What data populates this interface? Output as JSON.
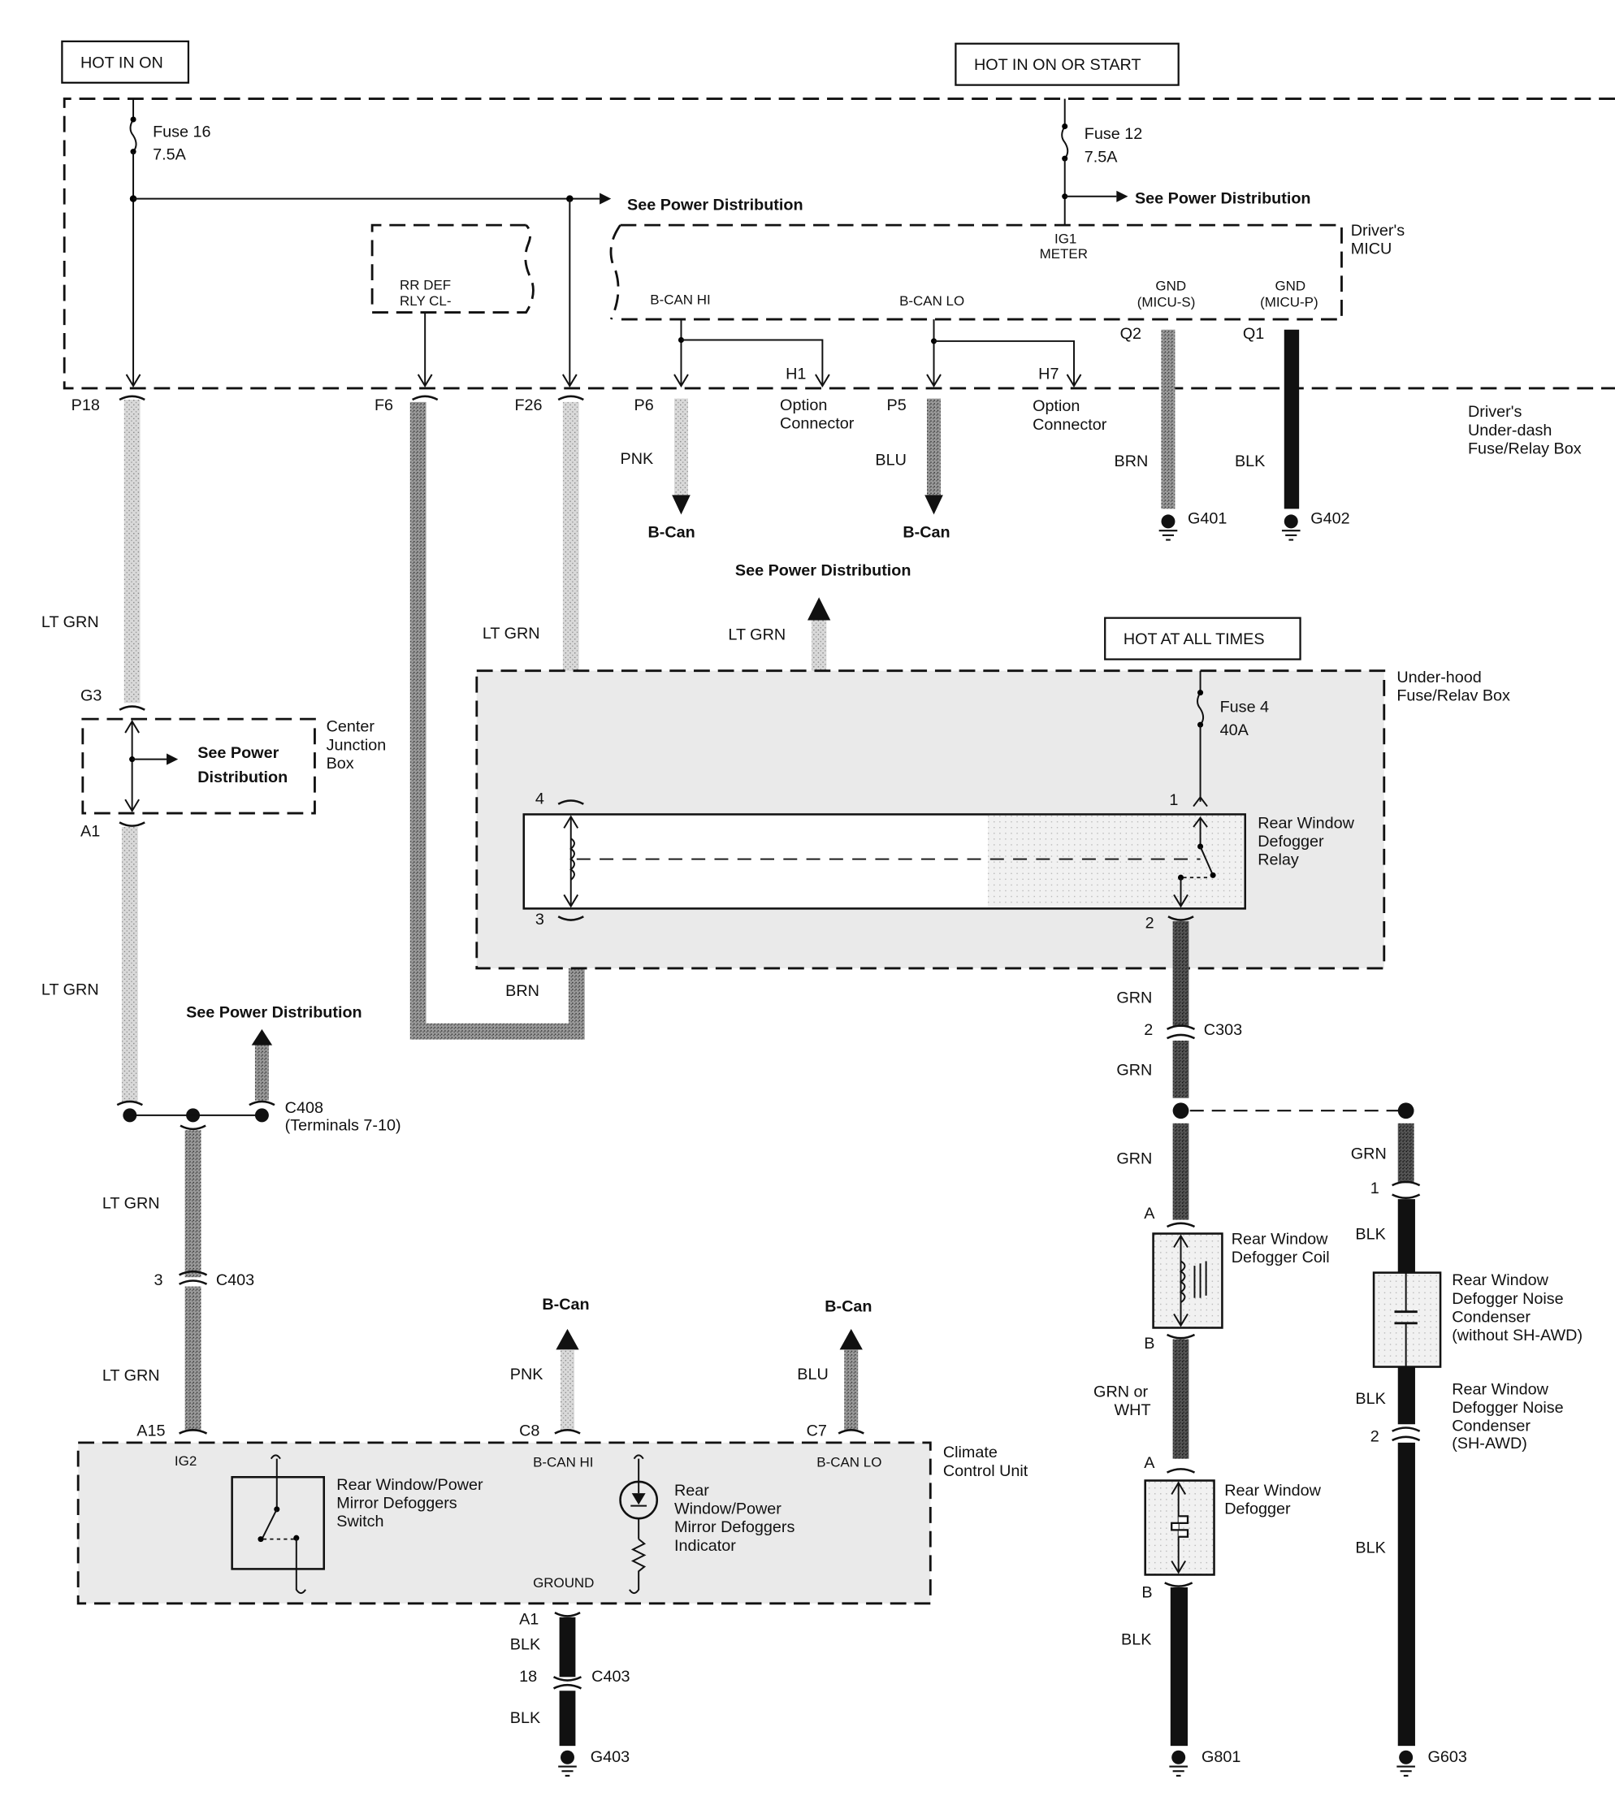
{
  "power_sources": {
    "hot_in_on": "HOT IN ON",
    "hot_in_on_or_start": "HOT IN ON OR START",
    "hot_at_all_times": "HOT AT ALL TIMES"
  },
  "fuses": {
    "fuse16": {
      "name": "Fuse 16",
      "rating": "7.5A"
    },
    "fuse12": {
      "name": "Fuse 12",
      "rating": "7.5A"
    },
    "fuse4": {
      "name": "Fuse 4",
      "rating": "40A"
    }
  },
  "see_power_distribution": "See Power Distribution",
  "see_power": "See Power",
  "distribution": "Distribution",
  "components": {
    "drivers_micu": [
      "Driver's",
      "MICU"
    ],
    "drivers_underdash": [
      "Driver's",
      "Under-dash",
      "Fuse/Relay Box"
    ],
    "center_junction_box": [
      "Center",
      "Junction",
      "Box"
    ],
    "underhood_box": [
      "Under-hood",
      "Fuse/Relav Box"
    ],
    "relay": [
      "Rear Window",
      "Defogger",
      "Relay"
    ],
    "coil": [
      "Rear Window",
      "Defogger Coil"
    ],
    "defogger": [
      "Rear Window",
      "Defogger"
    ],
    "condenser_no_awd": [
      "Rear Window",
      "Defogger Noise",
      "Condenser",
      "(without SH-AWD)"
    ],
    "condenser_awd": [
      "Rear Window",
      "Defogger Noise",
      "Condenser",
      "(SH-AWD)"
    ],
    "climate_control_unit": [
      "Climate",
      "Control Unit"
    ],
    "switch": [
      "Rear Window/Power",
      "Mirror Defoggers",
      "Switch"
    ],
    "indicator": [
      "Rear",
      "Window/Power",
      "Mirror Defoggers",
      "Indicator"
    ],
    "option_connector": [
      "Option",
      "Connector"
    ]
  },
  "pins": {
    "rr_def": [
      "RR DEF",
      "RLY CL-"
    ],
    "b_can_hi": "B-CAN HI",
    "b_can_lo": "B-CAN LO",
    "ig1_meter": [
      "IG1",
      "METER"
    ],
    "gnd_micu_s": [
      "GND",
      "(MICU-S)"
    ],
    "gnd_micu_p": [
      "GND",
      "(MICU-P)"
    ],
    "ig2": "IG2",
    "ground": "GROUND"
  },
  "connectors": {
    "P18": "P18",
    "F6": "F6",
    "F26": "F26",
    "P6": "P6",
    "P5": "P5",
    "H1": "H1",
    "H7": "H7",
    "Q2": "Q2",
    "Q1": "Q1",
    "G3": "G3",
    "A1": "A1",
    "C408": "C408",
    "C408_note": "(Terminals 7-10)",
    "C403": "C403",
    "C403_pin3": "3",
    "A15": "A15",
    "C8": "C8",
    "C7": "C7",
    "A1b": "A1",
    "C403_pin18": "18",
    "relay_pin4": "4",
    "relay_pin3": "3",
    "relay_pin1": "1",
    "relay_pin2": "2",
    "C303": "C303",
    "C303_pin": "2",
    "A": "A",
    "B": "B",
    "pin1": "1",
    "pin2": "2"
  },
  "wires": {
    "lt_grn": "LT GRN",
    "brn": "BRN",
    "pnk": "PNK",
    "blu": "BLU",
    "blk": "BLK",
    "grn": "GRN",
    "grn_or_wht": [
      "GRN or",
      "WHT"
    ]
  },
  "b_can": "B-Can",
  "grounds": {
    "G401": "G401",
    "G402": "G402",
    "G403": "G403",
    "G801": "G801",
    "G603": "G603"
  }
}
